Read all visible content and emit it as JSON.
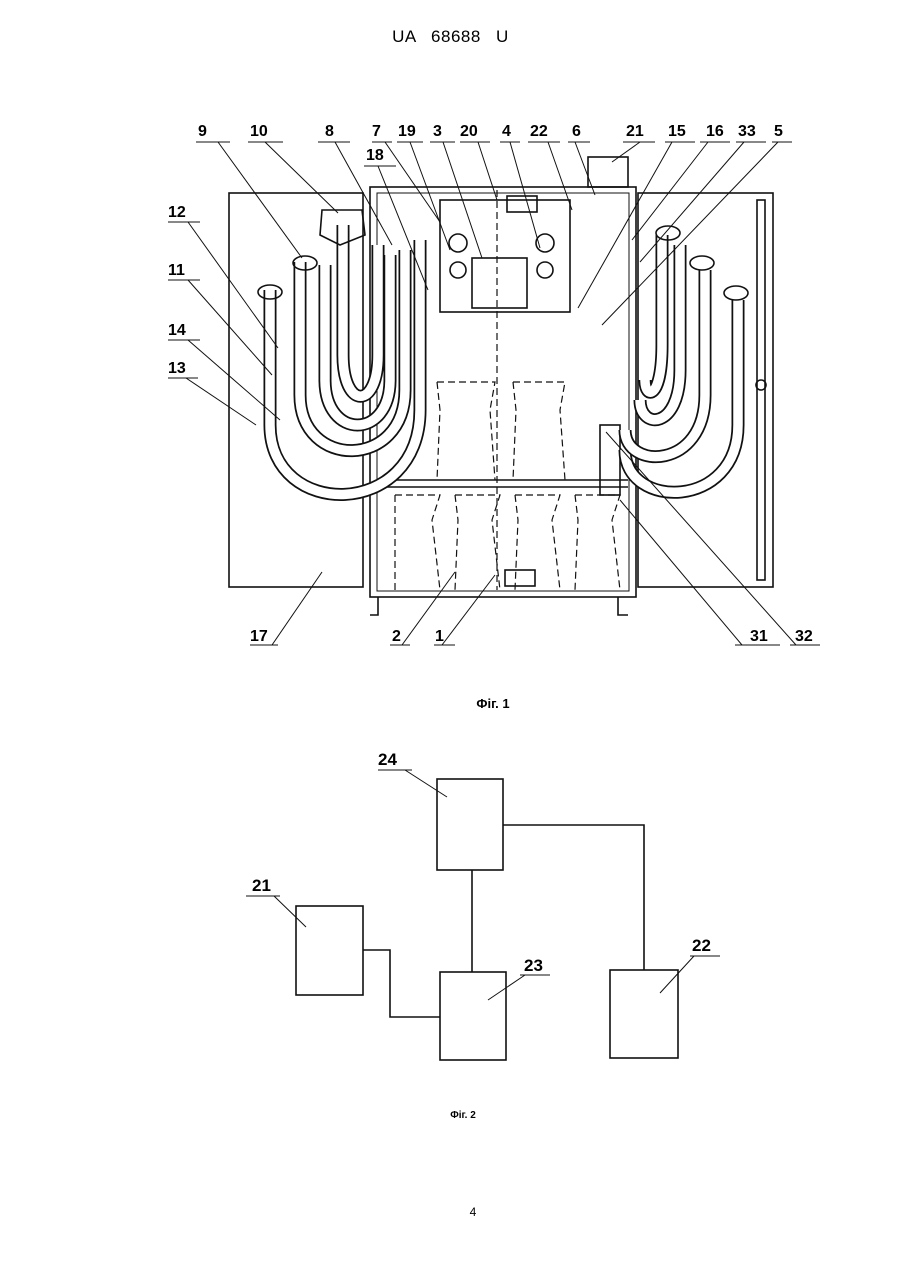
{
  "header": {
    "title": "UA   68688   U"
  },
  "figure1": {
    "caption": "Фіг. 1",
    "labels": [
      "9",
      "10",
      "8",
      "7",
      "19",
      "3",
      "20",
      "4",
      "22",
      "6",
      "21",
      "15",
      "16",
      "33",
      "5",
      "18",
      "12",
      "11",
      "14",
      "13",
      "17",
      "2",
      "1",
      "31",
      "32"
    ]
  },
  "figure2": {
    "caption": "Фіг. 2",
    "blocks": [
      "24",
      "21",
      "23",
      "22"
    ]
  },
  "footer": {
    "page_number": "4"
  }
}
